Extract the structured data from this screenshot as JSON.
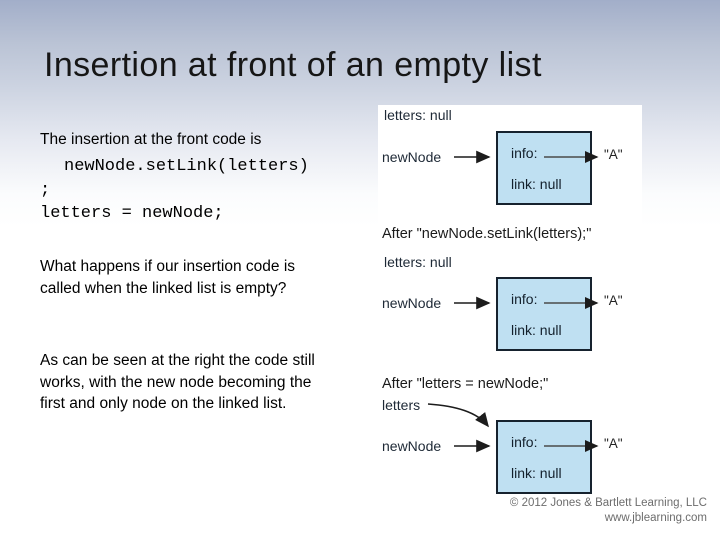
{
  "slide": {
    "title": "Insertion at front of an empty list",
    "body": {
      "intro": "The insertion at the front code is",
      "code_line_1": "newNode.setLink(letters)",
      "code_line_2": ";",
      "code_line_3": "letters = newNode;",
      "question": "What happens if our insertion code is called when the linked list is empty?",
      "answer": "As can be seen at the right the code still works, with the new node becoming the first and only node on the linked list."
    },
    "diagram": {
      "sections": [
        {
          "state": "letters: null",
          "pointer": "newNode",
          "info_label": "info:",
          "link_label": "link: null",
          "value": "\"A\"",
          "caption": "After \"newNode.setLink(letters);\""
        },
        {
          "state": "letters: null",
          "pointer": "newNode",
          "info_label": "info:",
          "link_label": "link: null",
          "value": "\"A\"",
          "caption": "After \"letters = newNode;\""
        },
        {
          "state": "letters",
          "pointer": "newNode",
          "info_label": "info:",
          "link_label": "link: null",
          "value": "\"A\""
        }
      ],
      "copyright": "© 2012 Jones & Bartlett Learning, LLC",
      "website": "www.jblearning.com",
      "colors": {
        "node_fill": "#bfe0f2",
        "node_border": "#16222e",
        "background_top": "#a2aec9"
      }
    }
  }
}
